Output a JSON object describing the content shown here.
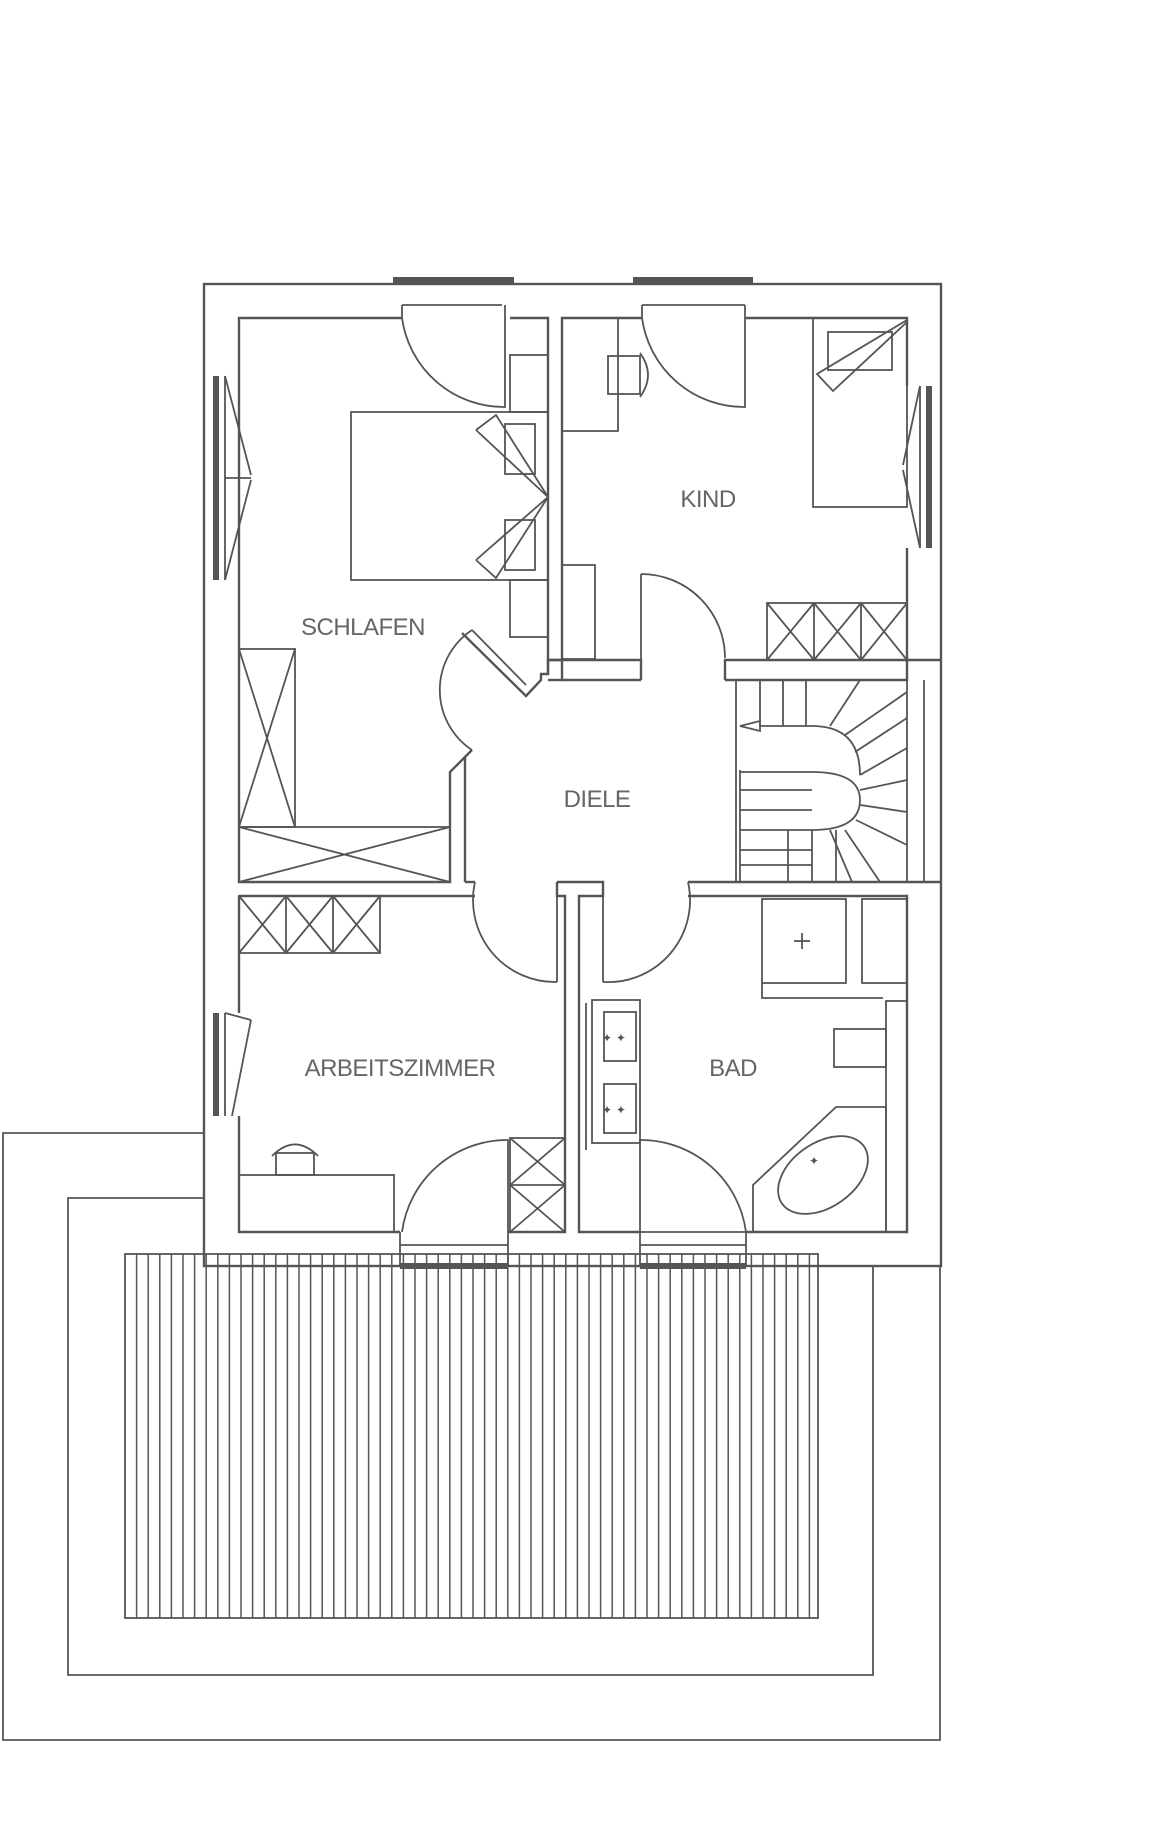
{
  "rooms": {
    "schlafen": "SCHLAFEN",
    "kind": "KIND",
    "diele": "DIELE",
    "arbeitszimmer": "ARBEITSZIMMER",
    "bad": "BAD"
  },
  "colors": {
    "line": "#555555",
    "text": "#666666",
    "background": "#ffffff"
  }
}
